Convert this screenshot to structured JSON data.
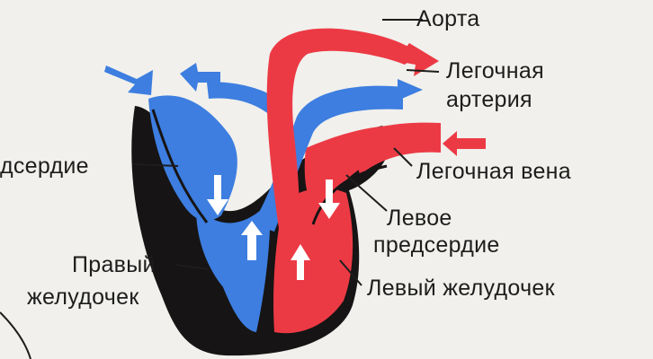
{
  "labels": {
    "aorta": "Аорта",
    "pulmonary_artery_1": "Легочная",
    "pulmonary_artery_2": "артерия",
    "pulmonary_vein": "Легочная вена",
    "right_atrium": "дсердие",
    "left_atrium_1": "Левое",
    "left_atrium_2": "предсердие",
    "right_ventricle_1": "Правый",
    "right_ventricle_2": "желудочек",
    "left_ventricle": "Левый желудочек"
  },
  "colors": {
    "oxygenated": "#ec3a45",
    "deoxygenated": "#3d7ee0",
    "muscle": "#161414",
    "background": "#f1f0ec"
  }
}
